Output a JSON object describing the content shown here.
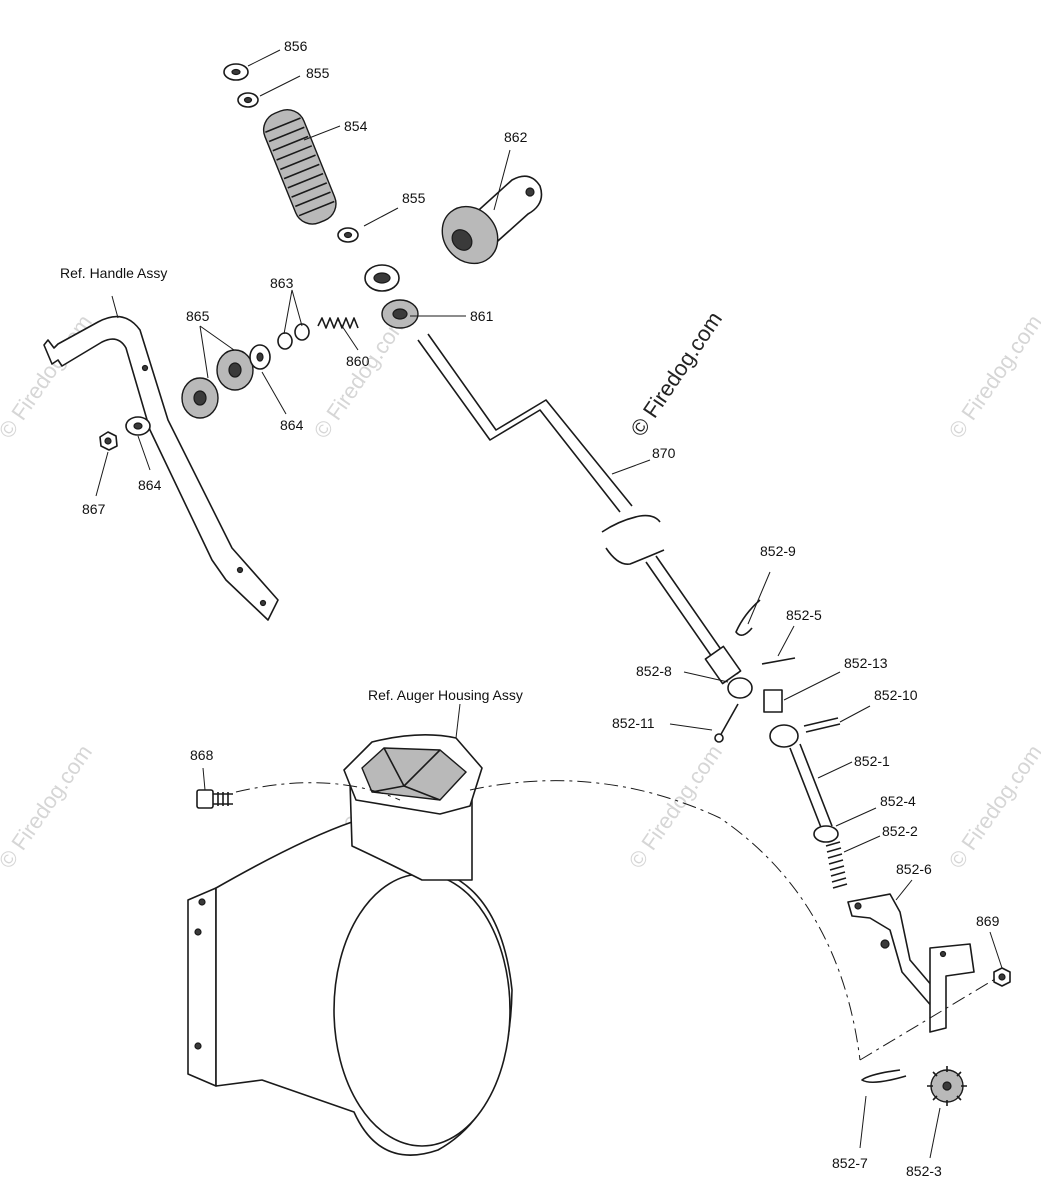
{
  "watermark": {
    "main": "© Firedog.com",
    "faint": "© Firedog.com"
  },
  "refs": {
    "handle": "Ref. Handle Assy",
    "auger_housing": "Ref. Auger Housing Assy"
  },
  "callouts": {
    "c856": "856",
    "c855a": "855",
    "c854": "854",
    "c855b": "855",
    "c862": "862",
    "c863": "863",
    "c865": "865",
    "c860": "860",
    "c861": "861",
    "c864a": "864",
    "c864b": "864",
    "c867": "867",
    "c870": "870",
    "c852_9": "852-9",
    "c852_5": "852-5",
    "c852_8": "852-8",
    "c852_13": "852-13",
    "c852_10": "852-10",
    "c852_11": "852-11",
    "c852_1": "852-1",
    "c852_4": "852-4",
    "c852_2": "852-2",
    "c852_6": "852-6",
    "c868": "868",
    "c869": "869",
    "c852_7": "852-7",
    "c852_3": "852-3"
  }
}
